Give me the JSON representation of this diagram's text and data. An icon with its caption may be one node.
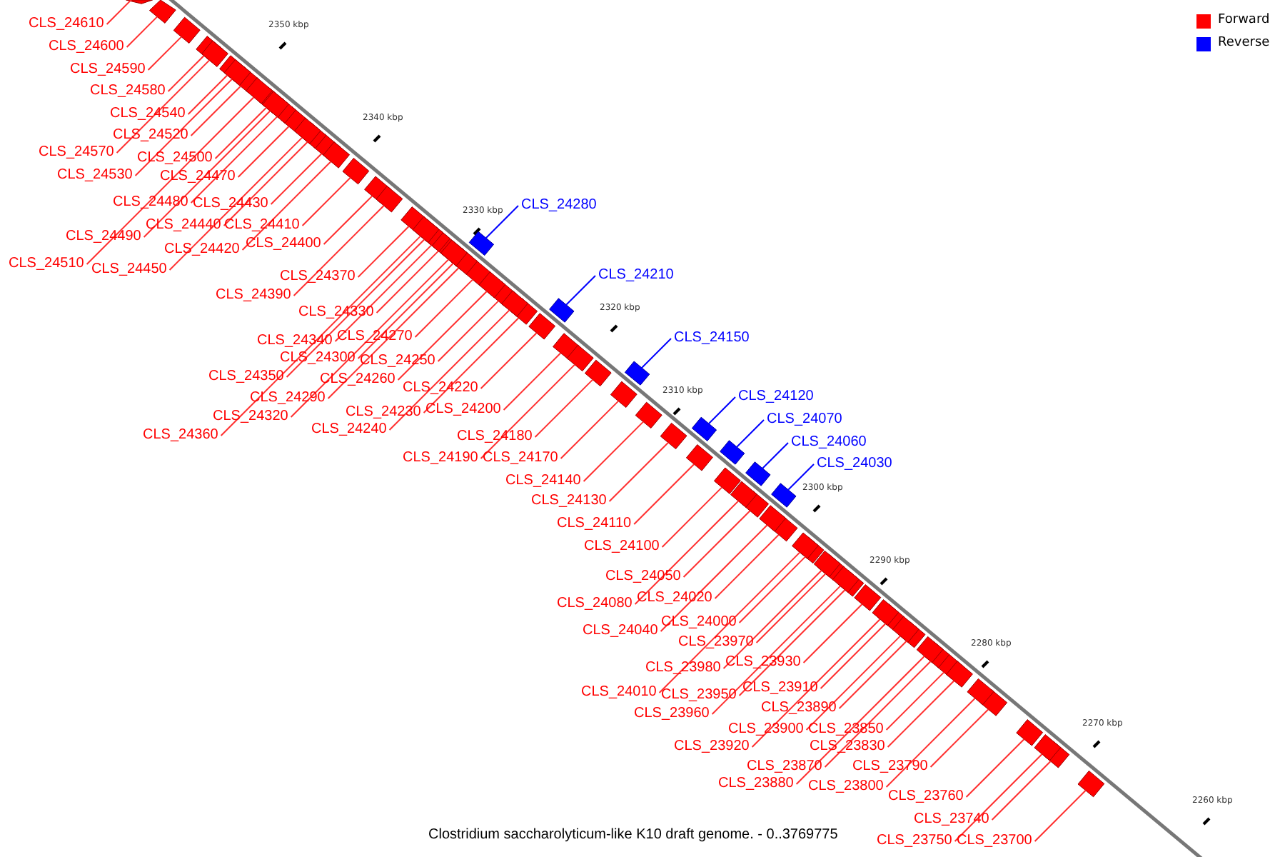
{
  "diagram": {
    "caption": "Clostridium saccharolyticum-like K10 draft genome. - 0..3769775",
    "nodes": [
      {
        "text": [
          "CLS_24610"
        ]
      },
      {
        "text": [
          "CLS_24600"
        ]
      },
      {
        "text": [
          "CLS_24590"
        ]
      },
      {
        "text": [
          "CLS_24580"
        ]
      },
      {
        "text": [
          "CLS_24540"
        ]
      },
      {
        "text": [
          "CLS_24520"
        ]
      },
      {
        "text": [
          "CLS_24570"
        ]
      },
      {
        "text": [
          "CLS_24500"
        ]
      },
      {
        "text": [
          "CLS_24530"
        ]
      },
      {
        "text": [
          "CLS_24470"
        ]
      },
      {
        "text": [
          "CLS_24480"
        ]
      },
      {
        "text": [
          "CLS_24430"
        ]
      },
      {
        "text": [
          "CLS_24440"
        ]
      },
      {
        "text": [
          "CLS_24410"
        ]
      },
      {
        "text": [
          "CLS_24490"
        ]
      },
      {
        "text": [
          "CLS_24420"
        ]
      },
      {
        "text": [
          "CLS_24400"
        ]
      },
      {
        "text": [
          "CLS_24510"
        ]
      },
      {
        "text": [
          "CLS_24450"
        ]
      },
      {
        "text": [
          "CLS_24370"
        ]
      },
      {
        "text": [
          "CLS_24390"
        ]
      },
      {
        "text": [
          "CLS_24330"
        ]
      },
      {
        "text": [
          "CLS_24340"
        ]
      },
      {
        "text": [
          "CLS_24270"
        ]
      },
      {
        "text": [
          "CLS_24300"
        ]
      },
      {
        "text": [
          "CLS_24250"
        ]
      },
      {
        "text": [
          "CLS_24350"
        ]
      },
      {
        "text": [
          "CLS_24260"
        ]
      },
      {
        "text": [
          "CLS_24290"
        ]
      },
      {
        "text": [
          "CLS_24220"
        ]
      },
      {
        "text": [
          "CLS_24320"
        ]
      },
      {
        "text": [
          "CLS_24230"
        ]
      },
      {
        "text": [
          "CLS_24200"
        ]
      },
      {
        "text": [
          "CLS_24360"
        ]
      },
      {
        "text": [
          "CLS_24240"
        ]
      },
      {
        "text": [
          "CLS_24180"
        ]
      },
      {
        "text": [
          "CLS_24190"
        ]
      },
      {
        "text": [
          "CLS_24170"
        ]
      },
      {
        "text": [
          "CLS_24140"
        ]
      },
      {
        "text": [
          "CLS_24130"
        ]
      },
      {
        "text": [
          "CLS_24110"
        ]
      },
      {
        "text": [
          "CLS_24100"
        ]
      },
      {
        "text": [
          "CLS_24050"
        ]
      },
      {
        "text": [
          "CLS_24020"
        ]
      },
      {
        "text": [
          "CLS_24080"
        ]
      },
      {
        "text": [
          "CLS_24000"
        ]
      },
      {
        "text": [
          "CLS_24040"
        ]
      },
      {
        "text": [
          "CLS_23970"
        ]
      },
      {
        "text": [
          "CLS_23930"
        ]
      },
      {
        "text": [
          "CLS_23980"
        ]
      },
      {
        "text": [
          "CLS_23910"
        ]
      },
      {
        "text": [
          "CLS_24010"
        ]
      },
      {
        "text": [
          "CLS_23950"
        ]
      },
      {
        "text": [
          "CLS_23890"
        ]
      },
      {
        "text": [
          "CLS_23960"
        ]
      },
      {
        "text": [
          "CLS_23900"
        ]
      },
      {
        "text": [
          "CLS_23850"
        ]
      },
      {
        "text": [
          "CLS_23920"
        ]
      },
      {
        "text": [
          "CLS_23830"
        ]
      },
      {
        "text": [
          "CLS_23870"
        ]
      },
      {
        "text": [
          "CLS_23790"
        ]
      },
      {
        "text": [
          "CLS_23880"
        ]
      },
      {
        "text": [
          "CLS_23800"
        ]
      },
      {
        "text": [
          "CLS_23760"
        ]
      },
      {
        "text": [
          "CLS_23740"
        ]
      },
      {
        "text": [
          "CLS_23750"
        ]
      },
      {
        "text": [
          "CLS_23700"
        ]
      },
      {
        "text": [
          "CLS_24280"
        ]
      },
      {
        "text": [
          "CLS_24210"
        ]
      },
      {
        "text": [
          "CLS_24150"
        ]
      },
      {
        "text": [
          "CLS_24120"
        ]
      },
      {
        "text": [
          "CLS_24070"
        ]
      },
      {
        "text": [
          "CLS_24060"
        ]
      },
      {
        "text": [
          "CLS_24030"
        ]
      },
      {
        "text": [],
        "shape": "box"
      },
      {
        "text": [],
        "shape": "box"
      },
      {
        "text": [],
        "shape": "box"
      },
      {
        "text": [],
        "shape": "box"
      },
      {
        "text": [],
        "shape": "box"
      },
      {
        "text": [],
        "shape": "box"
      },
      {
        "text": [],
        "shape": "box"
      },
      {
        "text": [],
        "shape": "box"
      },
      {
        "text": [],
        "shape": "box"
      },
      {
        "text": [],
        "shape": "box"
      },
      {
        "text": [],
        "shape": "box"
      },
      {
        "text": [],
        "shape": "box"
      },
      {
        "text": [],
        "shape": "box"
      },
      {
        "text": [],
        "shape": "box"
      },
      {
        "text": [],
        "shape": "box"
      },
      {
        "text": [],
        "shape": "box"
      },
      {
        "text": [],
        "shape": "box"
      },
      {
        "text": [],
        "shape": "box"
      },
      {
        "text": [],
        "shape": "box"
      },
      {
        "text": [],
        "shape": "box"
      },
      {
        "text": [],
        "shape": "box"
      },
      {
        "text": [],
        "shape": "box"
      },
      {
        "text": [],
        "shape": "box"
      },
      {
        "text": [],
        "shape": "box"
      },
      {
        "text": [],
        "shape": "box"
      },
      {
        "text": [],
        "shape": "box"
      },
      {
        "text": [],
        "shape": "box"
      },
      {
        "text": [],
        "shape": "box"
      },
      {
        "text": [],
        "shape": "box"
      },
      {
        "text": [],
        "shape": "box"
      },
      {
        "text": [],
        "shape": "box"
      },
      {
        "text": [],
        "shape": "box"
      },
      {
        "text": [],
        "shape": "box"
      },
      {
        "text": [],
        "shape": "box"
      },
      {
        "text": [],
        "shape": "box"
      },
      {
        "text": [],
        "shape": "box"
      },
      {
        "text": [],
        "shape": "box"
      },
      {
        "text": [],
        "shape": "box"
      },
      {
        "text": [],
        "shape": "box"
      },
      {
        "text": [],
        "shape": "box"
      },
      {
        "text": [],
        "shape": "box"
      },
      {
        "text": [],
        "shape": "box"
      },
      {
        "text": [],
        "shape": "box"
      },
      {
        "text": [],
        "shape": "box"
      },
      {
        "text": [],
        "shape": "box"
      },
      {
        "text": [],
        "shape": "box"
      },
      {
        "text": [],
        "shape": "box"
      },
      {
        "text": [],
        "shape": "box"
      },
      {
        "text": [],
        "shape": "box"
      },
      {
        "text": [],
        "shape": "box"
      },
      {
        "text": [],
        "shape": "box"
      },
      {
        "text": [],
        "shape": "box"
      },
      {
        "text": [],
        "shape": "box"
      },
      {
        "text": [],
        "shape": "box"
      },
      {
        "text": [],
        "shape": "box"
      },
      {
        "text": [],
        "shape": "box"
      },
      {
        "text": [],
        "shape": "box"
      },
      {
        "text": [],
        "shape": "box"
      },
      {
        "text": [],
        "shape": "box"
      },
      {
        "text": [],
        "shape": "box"
      },
      {
        "text": [],
        "shape": "box"
      },
      {
        "text": [],
        "shape": "box"
      },
      {
        "text": [],
        "shape": "box"
      },
      {
        "text": [],
        "shape": "box"
      },
      {
        "text": [],
        "shape": "box"
      },
      {
        "text": [],
        "shape": "box"
      },
      {
        "text": [],
        "shape": "box"
      },
      {
        "text": [],
        "shape": "box"
      },
      {
        "text": [],
        "shape": "box"
      },
      {
        "text": [],
        "shape": "box"
      },
      {
        "text": [],
        "shape": "box"
      },
      {
        "text": [],
        "shape": "box"
      },
      {
        "text": [],
        "shape": "box"
      },
      {
        "text": [],
        "shape": "box"
      }
    ],
    "edges": [
      {
        "from": 0,
        "to": 74,
        "arrow": "none"
      },
      {
        "from": 1,
        "to": 75,
        "arrow": "none"
      },
      {
        "from": 2,
        "to": 76,
        "arrow": "none"
      },
      {
        "from": 3,
        "to": 77,
        "arrow": "none"
      },
      {
        "from": 4,
        "to": 78,
        "arrow": "none"
      },
      {
        "from": 5,
        "to": 79,
        "arrow": "none"
      },
      {
        "from": 6,
        "to": 80,
        "arrow": "none"
      },
      {
        "from": 7,
        "to": 81,
        "arrow": "none"
      },
      {
        "from": 8,
        "to": 82,
        "arrow": "none"
      },
      {
        "from": 9,
        "to": 83,
        "arrow": "none"
      },
      {
        "from": 10,
        "to": 84,
        "arrow": "none"
      },
      {
        "from": 11,
        "to": 85,
        "arrow": "none"
      },
      {
        "from": 12,
        "to": 86,
        "arrow": "none"
      },
      {
        "from": 13,
        "to": 87,
        "arrow": "none"
      },
      {
        "from": 14,
        "to": 88,
        "arrow": "none"
      },
      {
        "from": 15,
        "to": 89,
        "arrow": "none"
      },
      {
        "from": 16,
        "to": 90,
        "arrow": "none"
      },
      {
        "from": 17,
        "to": 91,
        "arrow": "none"
      },
      {
        "from": 18,
        "to": 92,
        "arrow": "none"
      },
      {
        "from": 19,
        "to": 93,
        "arrow": "none"
      },
      {
        "from": 20,
        "to": 94,
        "arrow": "none"
      },
      {
        "from": 21,
        "to": 95,
        "arrow": "none"
      },
      {
        "from": 22,
        "to": 96,
        "arrow": "none"
      },
      {
        "from": 23,
        "to": 97,
        "arrow": "none"
      },
      {
        "from": 24,
        "to": 98,
        "arrow": "none"
      },
      {
        "from": 25,
        "to": 99,
        "arrow": "none"
      },
      {
        "from": 26,
        "to": 100,
        "arrow": "none"
      },
      {
        "from": 27,
        "to": 101,
        "arrow": "none"
      },
      {
        "from": 28,
        "to": 102,
        "arrow": "none"
      },
      {
        "from": 29,
        "to": 103,
        "arrow": "none"
      },
      {
        "from": 30,
        "to": 104,
        "arrow": "none"
      },
      {
        "from": 31,
        "to": 105,
        "arrow": "none"
      },
      {
        "from": 32,
        "to": 106,
        "arrow": "none"
      },
      {
        "from": 33,
        "to": 107,
        "arrow": "none"
      },
      {
        "from": 34,
        "to": 108,
        "arrow": "none"
      },
      {
        "from": 35,
        "to": 109,
        "arrow": "none"
      },
      {
        "from": 36,
        "to": 110,
        "arrow": "none"
      },
      {
        "from": 37,
        "to": 111,
        "arrow": "none"
      },
      {
        "from": 38,
        "to": 112,
        "arrow": "none"
      },
      {
        "from": 39,
        "to": 113,
        "arrow": "none"
      },
      {
        "from": 40,
        "to": 114,
        "arrow": "none"
      },
      {
        "from": 41,
        "to": 115,
        "arrow": "none"
      },
      {
        "from": 42,
        "to": 116,
        "arrow": "none"
      },
      {
        "from": 43,
        "to": 117,
        "arrow": "none"
      },
      {
        "from": 44,
        "to": 118,
        "arrow": "none"
      },
      {
        "from": 45,
        "to": 119,
        "arrow": "none"
      },
      {
        "from": 46,
        "to": 120,
        "arrow": "none"
      },
      {
        "from": 47,
        "to": 121,
        "arrow": "none"
      },
      {
        "from": 48,
        "to": 122,
        "arrow": "none"
      },
      {
        "from": 49,
        "to": 123,
        "arrow": "none"
      },
      {
        "from": 50,
        "to": 124,
        "arrow": "none"
      },
      {
        "from": 51,
        "to": 125,
        "arrow": "none"
      },
      {
        "from": 52,
        "to": 126,
        "arrow": "none"
      },
      {
        "from": 53,
        "to": 127,
        "arrow": "none"
      },
      {
        "from": 54,
        "to": 128,
        "arrow": "none"
      },
      {
        "from": 55,
        "to": 129,
        "arrow": "none"
      },
      {
        "from": 56,
        "to": 130,
        "arrow": "none"
      },
      {
        "from": 57,
        "to": 131,
        "arrow": "none"
      },
      {
        "from": 58,
        "to": 132,
        "arrow": "none"
      },
      {
        "from": 59,
        "to": 133,
        "arrow": "none"
      },
      {
        "from": 60,
        "to": 134,
        "arrow": "none"
      },
      {
        "from": 61,
        "to": 135,
        "arrow": "none"
      },
      {
        "from": 62,
        "to": 136,
        "arrow": "none"
      },
      {
        "from": 63,
        "to": 137,
        "arrow": "none"
      },
      {
        "from": 64,
        "to": 138,
        "arrow": "none"
      },
      {
        "from": 65,
        "to": 139,
        "arrow": "none"
      },
      {
        "from": 66,
        "to": 140,
        "arrow": "none"
      },
      {
        "from": 67,
        "to": 141,
        "arrow": "none",
        "color": "#0000ff"
      },
      {
        "from": 68,
        "to": 142,
        "arrow": "none",
        "color": "#0000ff"
      },
      {
        "from": 69,
        "to": 143,
        "arrow": "none",
        "color": "#0000ff"
      },
      {
        "from": 70,
        "to": 144,
        "arrow": "none",
        "color": "#0000ff"
      },
      {
        "from": 71,
        "to": 145,
        "arrow": "none",
        "color": "#0000ff"
      },
      {
        "from": 72,
        "to": 146,
        "arrow": "none",
        "color": "#0000ff"
      },
      {
        "from": 73,
        "to": 147,
        "arrow": "none",
        "color": "#0000ff"
      }
    ],
    "labels": [
      "2350 kbp",
      "2340 kbp",
      "2330 kbp",
      "2320 kbp",
      "2310 kbp",
      "2300 kbp",
      "2290 kbp",
      "2280 kbp",
      "2270 kbp",
      "2260 kbp"
    ],
    "legend": [
      {
        "text": "Forward",
        "color": "#ff0000"
      },
      {
        "text": "Reverse",
        "color": "#0000ff"
      }
    ]
  }
}
